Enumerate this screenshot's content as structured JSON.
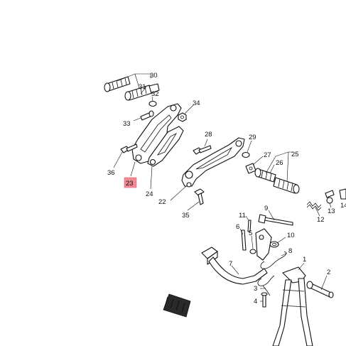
{
  "colors": {
    "background": "#ffffff",
    "line": "#111111",
    "highlight_box": "#f08a94"
  },
  "highlighted_part": "23",
  "callouts": [
    {
      "id": "c30",
      "text": "30"
    },
    {
      "id": "c31",
      "text": "31"
    },
    {
      "id": "c32",
      "text": "32"
    },
    {
      "id": "c33",
      "text": "33"
    },
    {
      "id": "c34",
      "text": "34"
    },
    {
      "id": "c36",
      "text": "36"
    },
    {
      "id": "c23",
      "text": "23"
    },
    {
      "id": "c24",
      "text": "24"
    },
    {
      "id": "c28",
      "text": "28"
    },
    {
      "id": "c29",
      "text": "29"
    },
    {
      "id": "c27",
      "text": "27"
    },
    {
      "id": "c25",
      "text": "25"
    },
    {
      "id": "c26",
      "text": "26"
    },
    {
      "id": "c22",
      "text": "22"
    },
    {
      "id": "c35",
      "text": "35"
    },
    {
      "id": "c11",
      "text": "11"
    },
    {
      "id": "c9",
      "text": "9"
    },
    {
      "id": "c12",
      "text": "12"
    },
    {
      "id": "c13",
      "text": "13"
    },
    {
      "id": "c14",
      "text": "14"
    },
    {
      "id": "c6",
      "text": "6"
    },
    {
      "id": "c5",
      "text": "5"
    },
    {
      "id": "c10",
      "text": "10"
    },
    {
      "id": "c8",
      "text": "8"
    },
    {
      "id": "c7",
      "text": "7"
    },
    {
      "id": "c1",
      "text": "1"
    },
    {
      "id": "c2",
      "text": "2"
    },
    {
      "id": "c3",
      "text": "3"
    },
    {
      "id": "c4",
      "text": "4"
    }
  ]
}
